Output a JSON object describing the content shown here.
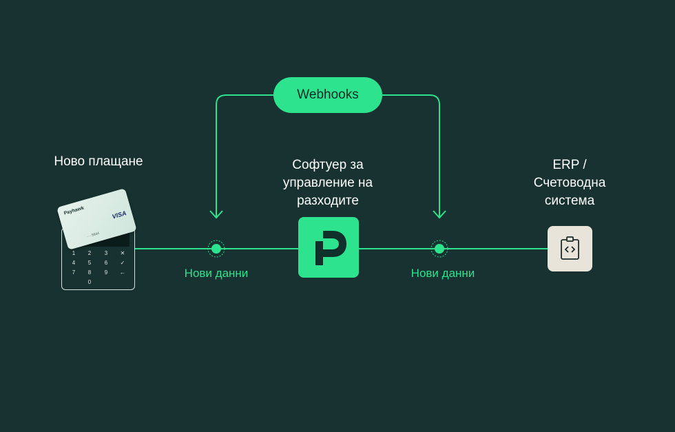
{
  "colors": {
    "background": "#173230",
    "accent": "#2de38e",
    "text": "#ffffff",
    "erp_box": "#e9e4da"
  },
  "webhooks": {
    "label": "Webhooks"
  },
  "nodes": {
    "new_payment": {
      "label": "Ново плащане"
    },
    "expense_software": {
      "label_lines": [
        "Софтуер за",
        "управление на",
        "разходите"
      ]
    },
    "erp": {
      "label_lines": [
        "ERP /",
        "Счетоводна",
        "система"
      ]
    }
  },
  "data_points": {
    "left": {
      "label": "Нови данни"
    },
    "right": {
      "label": "Нови данни"
    }
  },
  "card": {
    "brand": "Payhawk",
    "network": "VISA",
    "number": "···· 5944"
  },
  "terminal": {
    "keys": [
      "1",
      "2",
      "3",
      "✕",
      "4",
      "5",
      "6",
      "✓",
      "7",
      "8",
      "9",
      "←",
      "",
      "0",
      "",
      ""
    ]
  },
  "icons": {
    "logo": "payhawk-logo-icon",
    "erp": "code-clipboard-icon",
    "arrow": "arrow-down-icon"
  }
}
